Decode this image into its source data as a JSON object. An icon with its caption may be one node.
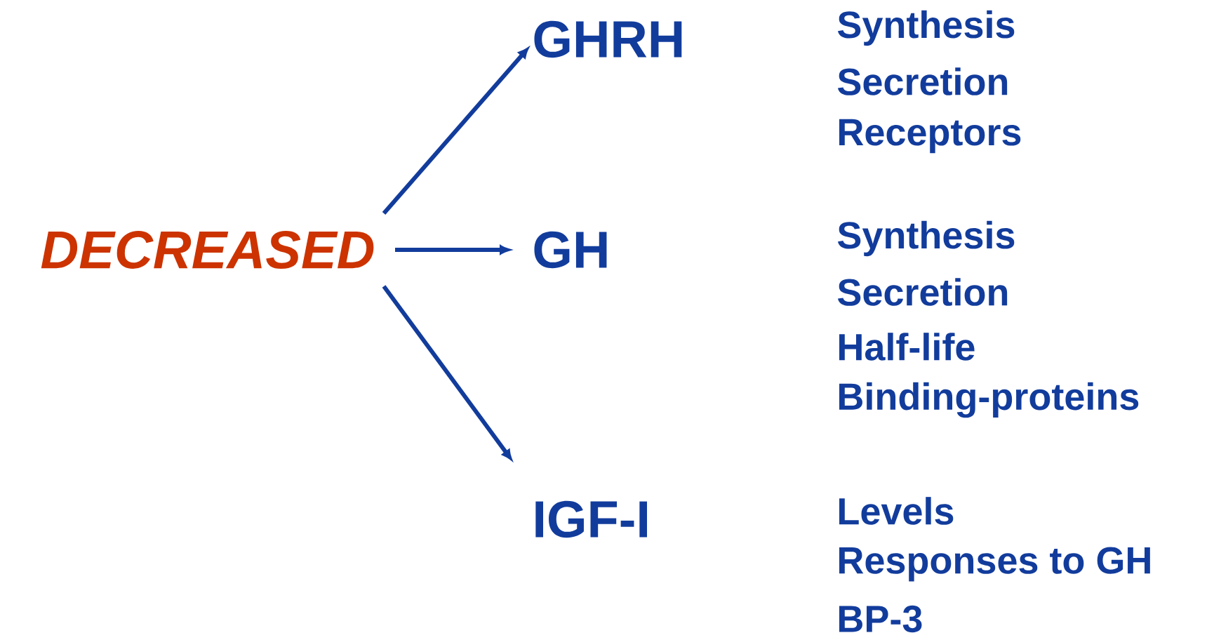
{
  "diagram": {
    "nodes": [
      {
        "text": [
          "DECREASED"
        ]
      },
      {
        "text": [
          "GHRH"
        ],
        "beside": [
          "Synthesis",
          "Secretion",
          "Receptors"
        ]
      },
      {
        "text": [
          "GH"
        ],
        "beside": [
          "Synthesis",
          "Secretion",
          "Half-life",
          "Binding-proteins"
        ]
      },
      {
        "text": [
          "IGF-I"
        ],
        "beside": [
          "Levels",
          "Responses to GH",
          "BP-3"
        ]
      }
    ],
    "edges": [
      {
        "from": 0,
        "to": 1,
        "arrow": "to"
      },
      {
        "from": 0,
        "to": 2,
        "arrow": "to"
      },
      {
        "from": 0,
        "to": 3,
        "arrow": "to"
      }
    ]
  }
}
